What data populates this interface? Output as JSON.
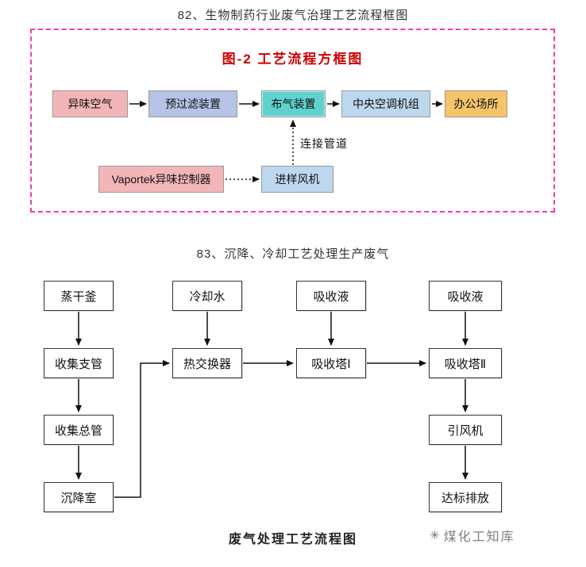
{
  "sections": {
    "title82": "82、生物制药行业废气治理工艺流程框图",
    "title83": "83、沉降、冷却工艺处理生产废气"
  },
  "diagram1": {
    "title": "图-2  工艺流程方框图",
    "flow": [
      "异味空气",
      "预过滤装置",
      "布气装置",
      "中央空调机组",
      "办公场所"
    ],
    "pipe_label": "连接管道",
    "controller_label": "Vaportek异味控制器",
    "fan_label": "进样风机",
    "colors": {
      "frame_dashed": "#f23fa0",
      "figure_title": "#cc0000",
      "odor_air_box": "#f3b6b8",
      "prefilter_box": "#b6c3e7",
      "gas_distributor_box": "#5fd2ce",
      "hvac_box": "#bdd7ee",
      "office_box": "#f5c468",
      "controller_box": "#f3b6b8",
      "fan_box": "#bdd7ee"
    }
  },
  "diagram2": {
    "col1": [
      "蒸干釜",
      "收集支管",
      "收集总管",
      "沉降室"
    ],
    "col2": [
      "冷却水",
      "热交换器"
    ],
    "col3": [
      "吸收液",
      "吸收塔Ⅰ"
    ],
    "col4": [
      "吸收液",
      "吸收塔Ⅱ",
      "引风机",
      "达标排放"
    ],
    "caption": "废气处理工艺流程图"
  },
  "watermark": {
    "icon": "✳",
    "label": "煤化工知库"
  }
}
